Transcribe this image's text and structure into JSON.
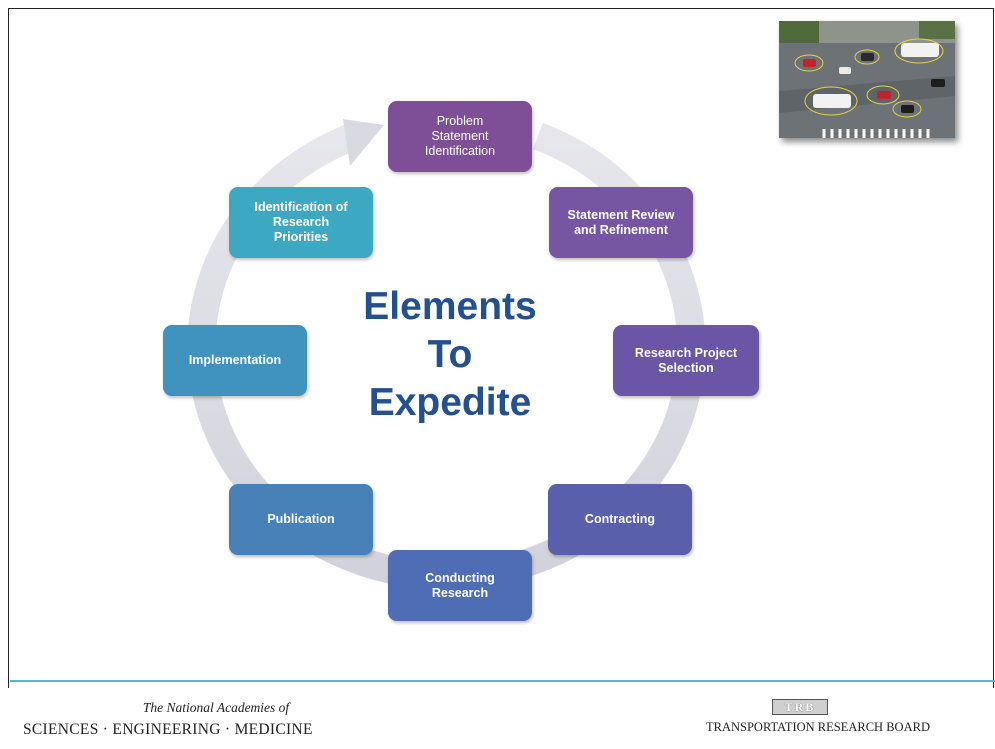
{
  "diagram": {
    "center_title": "Elements\nTo\nExpedite",
    "nodes": [
      {
        "id": "problem-statement",
        "label": "Problem\nStatement\nIdentification",
        "color": "#7e4e96"
      },
      {
        "id": "statement-review",
        "label": "Statement Review\nand Refinement",
        "color": "#7655a2"
      },
      {
        "id": "project-selection",
        "label": "Research Project\nSelection",
        "color": "#6a55a6"
      },
      {
        "id": "contracting",
        "label": "Contracting",
        "color": "#5a5fab"
      },
      {
        "id": "conducting-research",
        "label": "Conducting\nResearch",
        "color": "#4f6db4"
      },
      {
        "id": "publication",
        "label": "Publication",
        "color": "#4781b8"
      },
      {
        "id": "implementation",
        "label": "Implementation",
        "color": "#3f93be"
      },
      {
        "id": "research-priorities",
        "label": "Identification of\nResearch\nPriorities",
        "color": "#3ca8c2"
      }
    ]
  },
  "footer": {
    "nas_line1": "The National Academies of",
    "nas_line2": "SCIENCES · ENGINEERING · MEDICINE",
    "trb_logo_text": "TRB",
    "trb_name": "TRANSPORTATION RESEARCH BOARD"
  },
  "photo": {
    "icon": "connected-vehicles-intersection-photo"
  }
}
